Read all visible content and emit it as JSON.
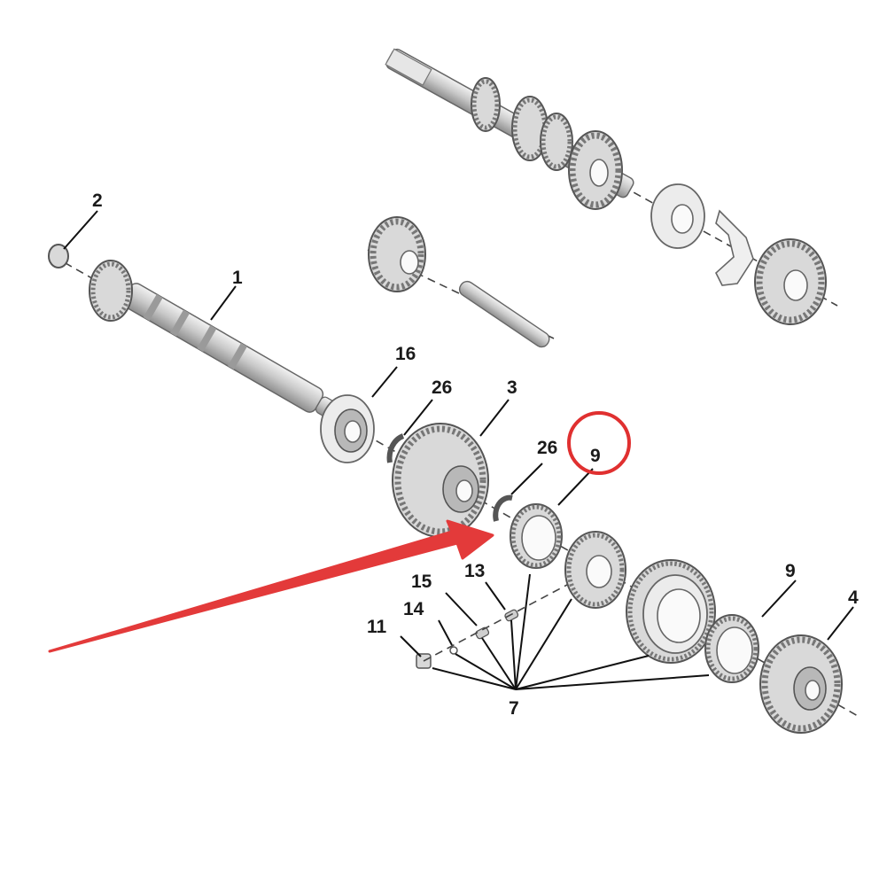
{
  "labels": {
    "part_1": "1",
    "part_2": "2",
    "part_3": "3",
    "part_4": "4",
    "part_7": "7",
    "part_9_circled": "9",
    "part_9": "9",
    "part_11": "11",
    "part_13": "13",
    "part_14": "14",
    "part_15": "15",
    "part_16": "16",
    "part_26_upper": "26",
    "part_26_lower": "26"
  },
  "colors": {
    "highlight_circle": "#e03030",
    "pointer_arrow": "#e33a3a",
    "part_gray": "#d9d9d9",
    "line": "#111111"
  }
}
